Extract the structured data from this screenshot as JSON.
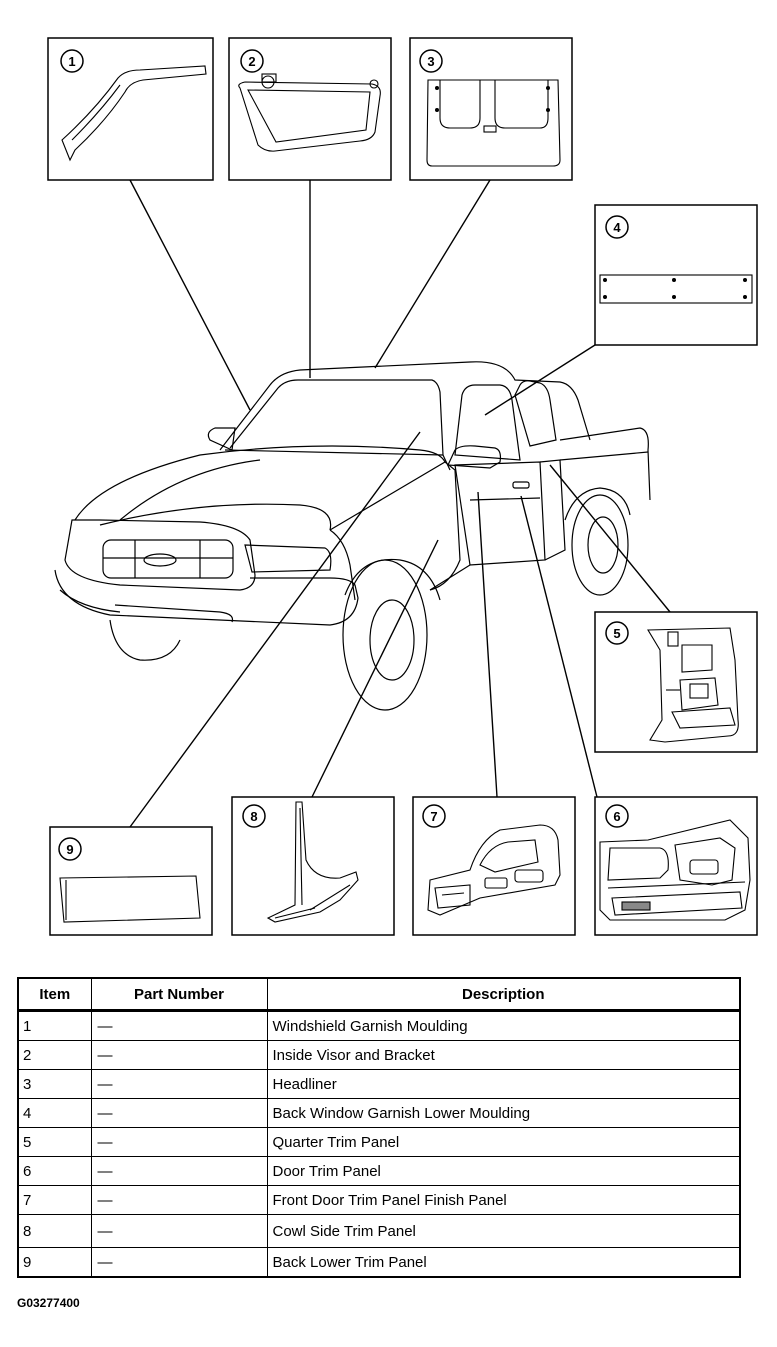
{
  "callouts": [
    {
      "number": "1",
      "part": "Windshield Garnish Moulding"
    },
    {
      "number": "2",
      "part": "Inside Visor and Bracket"
    },
    {
      "number": "3",
      "part": "Headliner"
    },
    {
      "number": "4",
      "part": "Back Window Garnish Lower Moulding"
    },
    {
      "number": "5",
      "part": "Quarter Trim Panel"
    },
    {
      "number": "6",
      "part": "Door Trim Panel"
    },
    {
      "number": "7",
      "part": "Front Door Trim Panel Finish Panel"
    },
    {
      "number": "8",
      "part": "Cowl Side Trim Panel"
    },
    {
      "number": "9",
      "part": "Back Lower Trim Panel"
    }
  ],
  "table": {
    "headers": {
      "item": "Item",
      "part_number": "Part Number",
      "description": "Description"
    },
    "rows": [
      {
        "item": "1",
        "part_number": "—",
        "description": "Windshield Garnish Moulding"
      },
      {
        "item": "2",
        "part_number": "—",
        "description": "Inside Visor and Bracket"
      },
      {
        "item": "3",
        "part_number": "—",
        "description": "Headliner"
      },
      {
        "item": "4",
        "part_number": "—",
        "description": "Back Window Garnish Lower Moulding"
      },
      {
        "item": "5",
        "part_number": "—",
        "description": "Quarter Trim Panel"
      },
      {
        "item": "6",
        "part_number": "—",
        "description": "Door Trim Panel"
      },
      {
        "item": "7",
        "part_number": "—",
        "description": "Front Door Trim Panel Finish Panel"
      },
      {
        "item": "8",
        "part_number": "—",
        "description": "Cowl Side Trim Panel"
      },
      {
        "item": "9",
        "part_number": "—",
        "description": "Back Lower Trim Panel"
      }
    ]
  },
  "figure_id": "G03277400"
}
